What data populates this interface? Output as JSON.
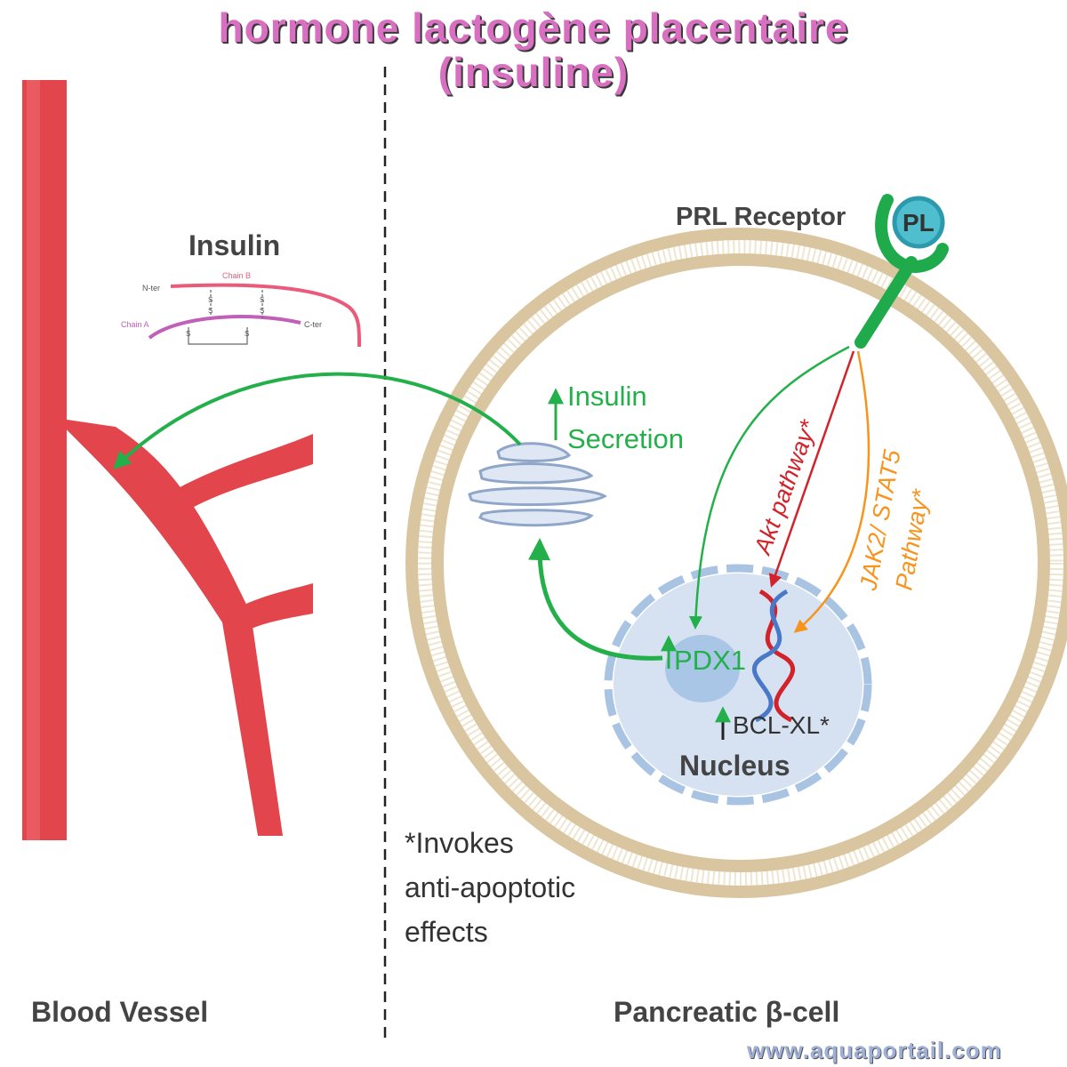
{
  "title": {
    "line1": "hormone lactogène placentaire",
    "line2": "(insuline)"
  },
  "labels": {
    "insulin": "Insulin",
    "chain_b": "Chain B",
    "chain_a": "Chain A",
    "n_ter": "N-ter",
    "c_ter": "C-ter",
    "s": "S",
    "prl_receptor": "PRL Receptor",
    "pl": "PL",
    "insulin_secretion_1": "Insulin",
    "insulin_secretion_2": "Secretion",
    "akt_pathway": "Akt pathway*",
    "jak2_line1": "JAK2/ STAT5",
    "jak2_line2": "Pathway*",
    "pdx1": "PDX1",
    "bclxl": "BCL-XL*",
    "nucleus": "Nucleus",
    "note_line1": "*Invokes",
    "note_line2": "anti-apoptotic",
    "note_line3": "effects",
    "blood_vessel": "Blood Vessel",
    "pancreatic_cell": "Pancreatic β-cell",
    "watermark": "www.aquaportail.com"
  },
  "colors": {
    "title_pink": "#d86fc0",
    "vessel_red": "#e2454c",
    "membrane_tan": "#d4bf97",
    "green": "#23b04a",
    "akt_red": "#d2232a",
    "jak_orange": "#f7941d",
    "nucleus_blue": "#c9d9ee",
    "receptor_green": "#1faa4b",
    "pl_teal": "#4fbfd0"
  }
}
